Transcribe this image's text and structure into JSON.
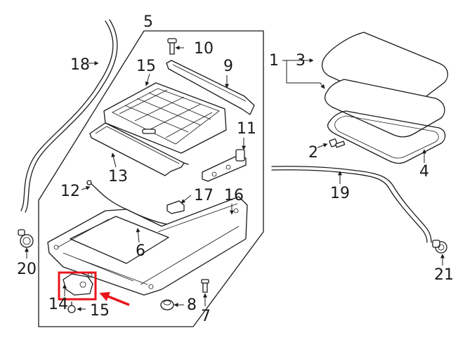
{
  "callouts": {
    "c1": "1",
    "c2": "2",
    "c3": "3",
    "c4": "4",
    "c5": "5",
    "c6": "6",
    "c7": "7",
    "c8": "8",
    "c9": "9",
    "c10": "10",
    "c11": "11",
    "c12": "12",
    "c13": "13",
    "c14": "14",
    "c15a": "15",
    "c15b": "15",
    "c16": "16",
    "c17": "17",
    "c18": "18",
    "c19": "19",
    "c20": "20",
    "c21": "21"
  },
  "colors": {
    "line": "#1a1a1a",
    "highlight": "#e8141b",
    "background": "#ffffff"
  }
}
